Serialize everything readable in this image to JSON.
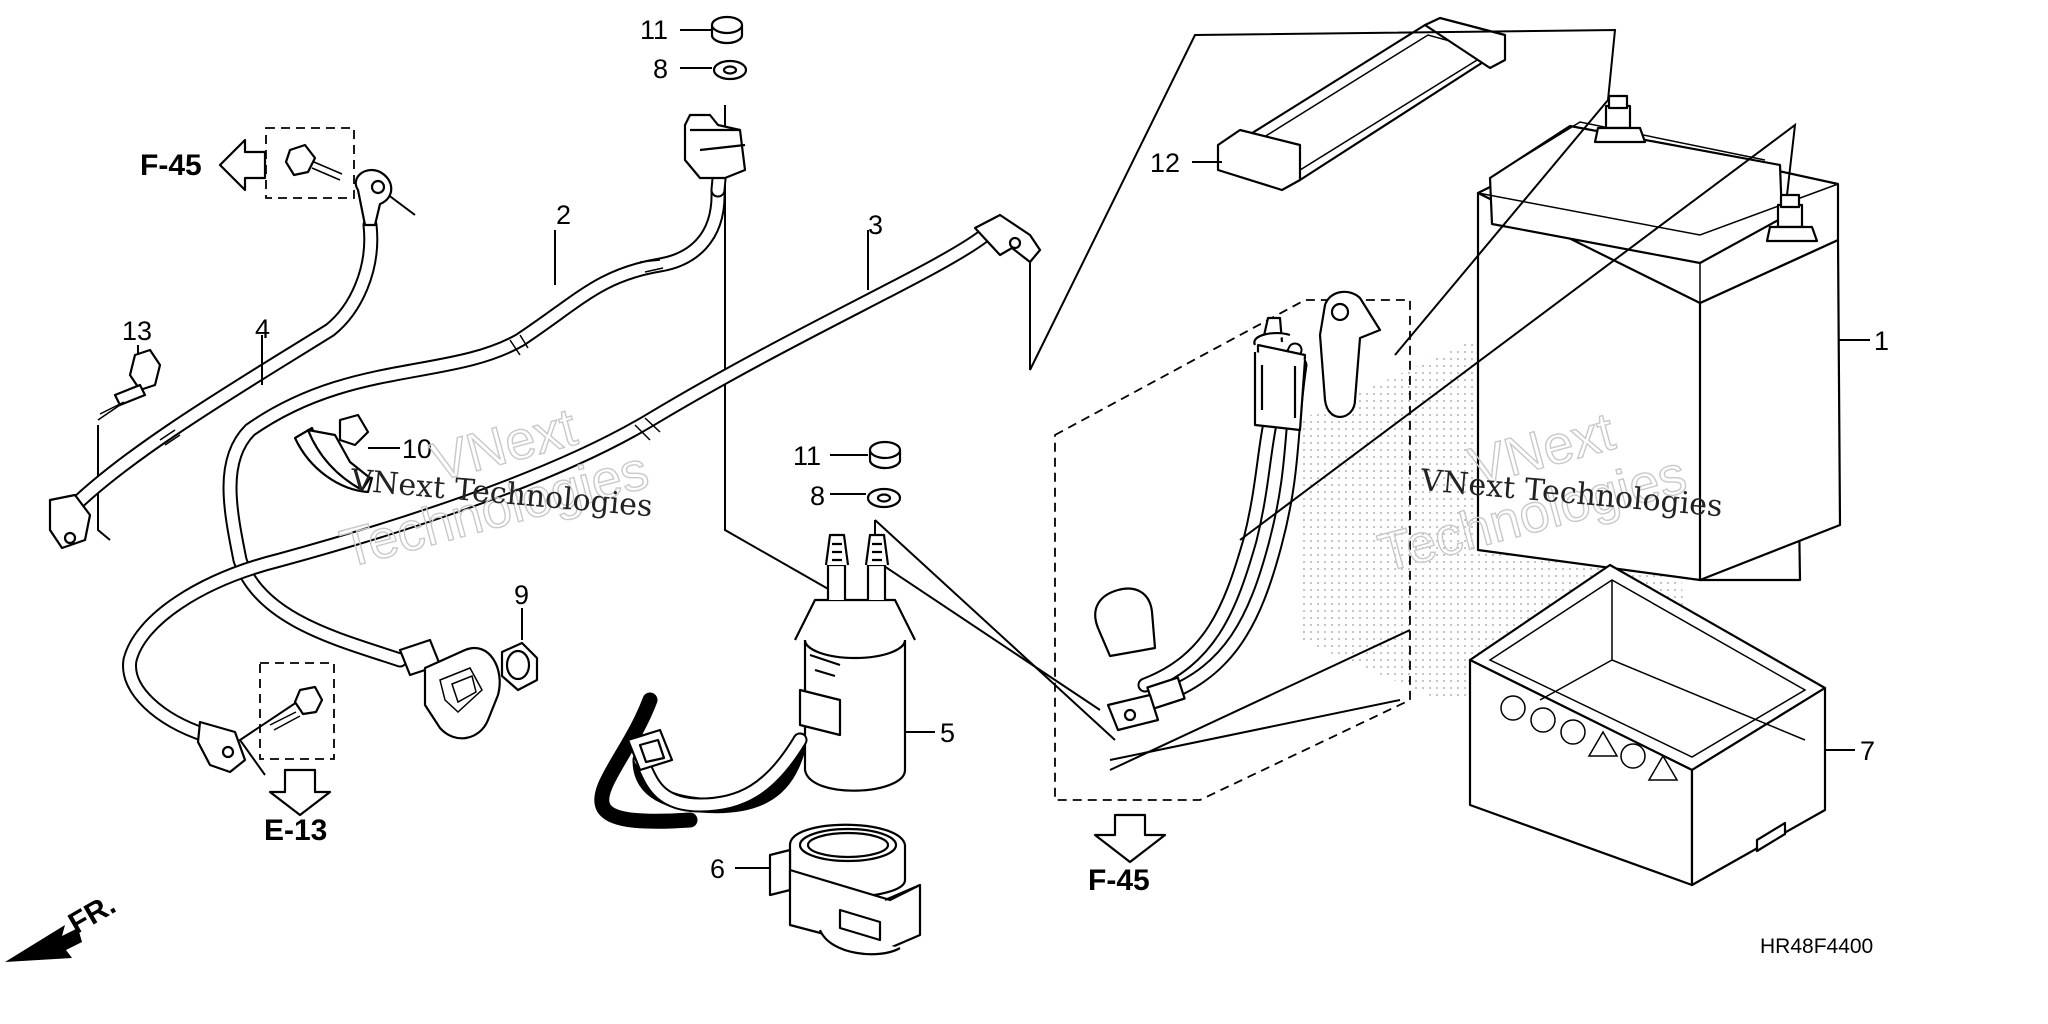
{
  "callouts": {
    "c1": "1",
    "c2": "2",
    "c3": "3",
    "c4": "4",
    "c5": "5",
    "c6": "6",
    "c7": "7",
    "c8a": "8",
    "c8b": "8",
    "c9": "9",
    "c10": "10",
    "c11a": "11",
    "c11b": "11",
    "c12": "12",
    "c13": "13"
  },
  "references": {
    "f45_left": "F-45",
    "f45_bottom": "F-45",
    "e13": "E-13",
    "front": "FR."
  },
  "diagram_code": "HR48F4400",
  "watermarks": {
    "wm1_top": "VNext",
    "wm1_bottom": "Technologies",
    "wm1_small": "VNext Technologies",
    "wm2_top": "VNext",
    "wm2_bottom": "Technologies",
    "wm2_small": "VNext Technologies"
  }
}
